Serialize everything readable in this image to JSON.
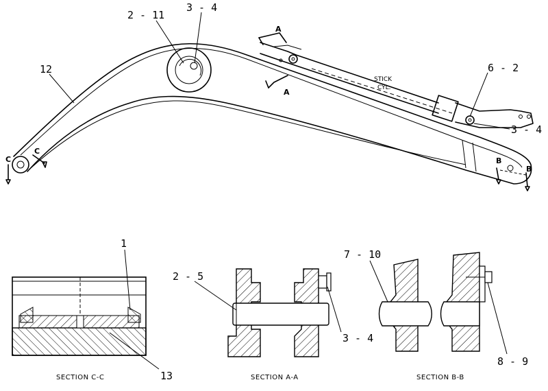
{
  "labels": {
    "l_2_11": "2 - 11",
    "l_3_4_top": "3 - 4",
    "l_12": "12",
    "l_6_2": "6 - 2",
    "l_3_4_right": "3 - 4",
    "l_stick": "STICK",
    "l_cyl": "CYL.",
    "l_1": "1",
    "l_13": "13",
    "l_2_5": "2 - 5",
    "l_3_4_aa": "3 - 4",
    "l_7_10": "7 - 10",
    "l_8_9": "8 - 9"
  },
  "markers": {
    "a_top": "A",
    "a_bottom": "A",
    "b_left": "B",
    "b_right": "B",
    "c_left": "C",
    "c_right": "C"
  },
  "sections": {
    "cc": "SECTION  C-C",
    "aa": "SECTION  A-A",
    "bb": "SECTION  B-B"
  }
}
